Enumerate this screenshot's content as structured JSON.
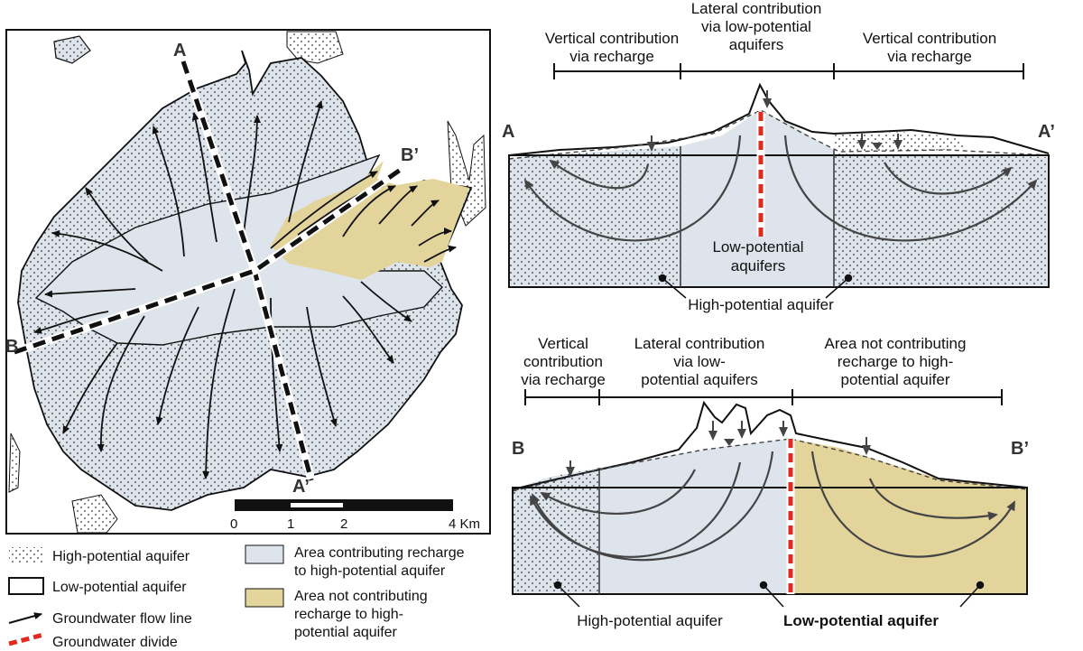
{
  "map": {
    "section_a_start": "A",
    "section_a_end": "A’",
    "section_b_start": "B",
    "section_b_end": "B’",
    "scale_ticks": [
      "0",
      "1",
      "2",
      "4 Km"
    ]
  },
  "section_a": {
    "left_label": "A",
    "right_label": "A’",
    "zone_left": [
      "Vertical contribution",
      "via recharge"
    ],
    "zone_middle": [
      "Lateral contribution",
      "via low-potential",
      "aquifers"
    ],
    "zone_right": [
      "Vertical contribution",
      "via recharge"
    ],
    "inner_label": [
      "Low-potential",
      "aquifers"
    ],
    "bottom_label": "High-potential aquifer"
  },
  "section_b": {
    "left_label": "B",
    "right_label": "B’",
    "zone_left": [
      "Vertical",
      "contribution",
      "via recharge"
    ],
    "zone_middle": [
      "Lateral contribution",
      "via low-",
      "potential aquifers"
    ],
    "zone_right": [
      "Area not contributing",
      "recharge to high-",
      "potential aquifer"
    ],
    "bottom_label_left": "High-potential aquifer",
    "bottom_label_right": "Low-potential aquifer"
  },
  "legend": {
    "high_potential": "High-potential aquifer",
    "low_potential": "Low-potential aquifer",
    "flow_line": "Groundwater flow line",
    "divide": "Groundwater divide",
    "contributing": [
      "Area contributing recharge",
      "to high-potential aquifer"
    ],
    "not_contributing": [
      "Area not contributing",
      "recharge to high-",
      "potential aquifer"
    ]
  },
  "colors": {
    "contributing_fill": "#dde4ec",
    "not_contributing_fill": "#e3d49c",
    "divide": "#e02a20",
    "stipple_bg": "#dde4ec",
    "stipple_dot": "#333333"
  }
}
